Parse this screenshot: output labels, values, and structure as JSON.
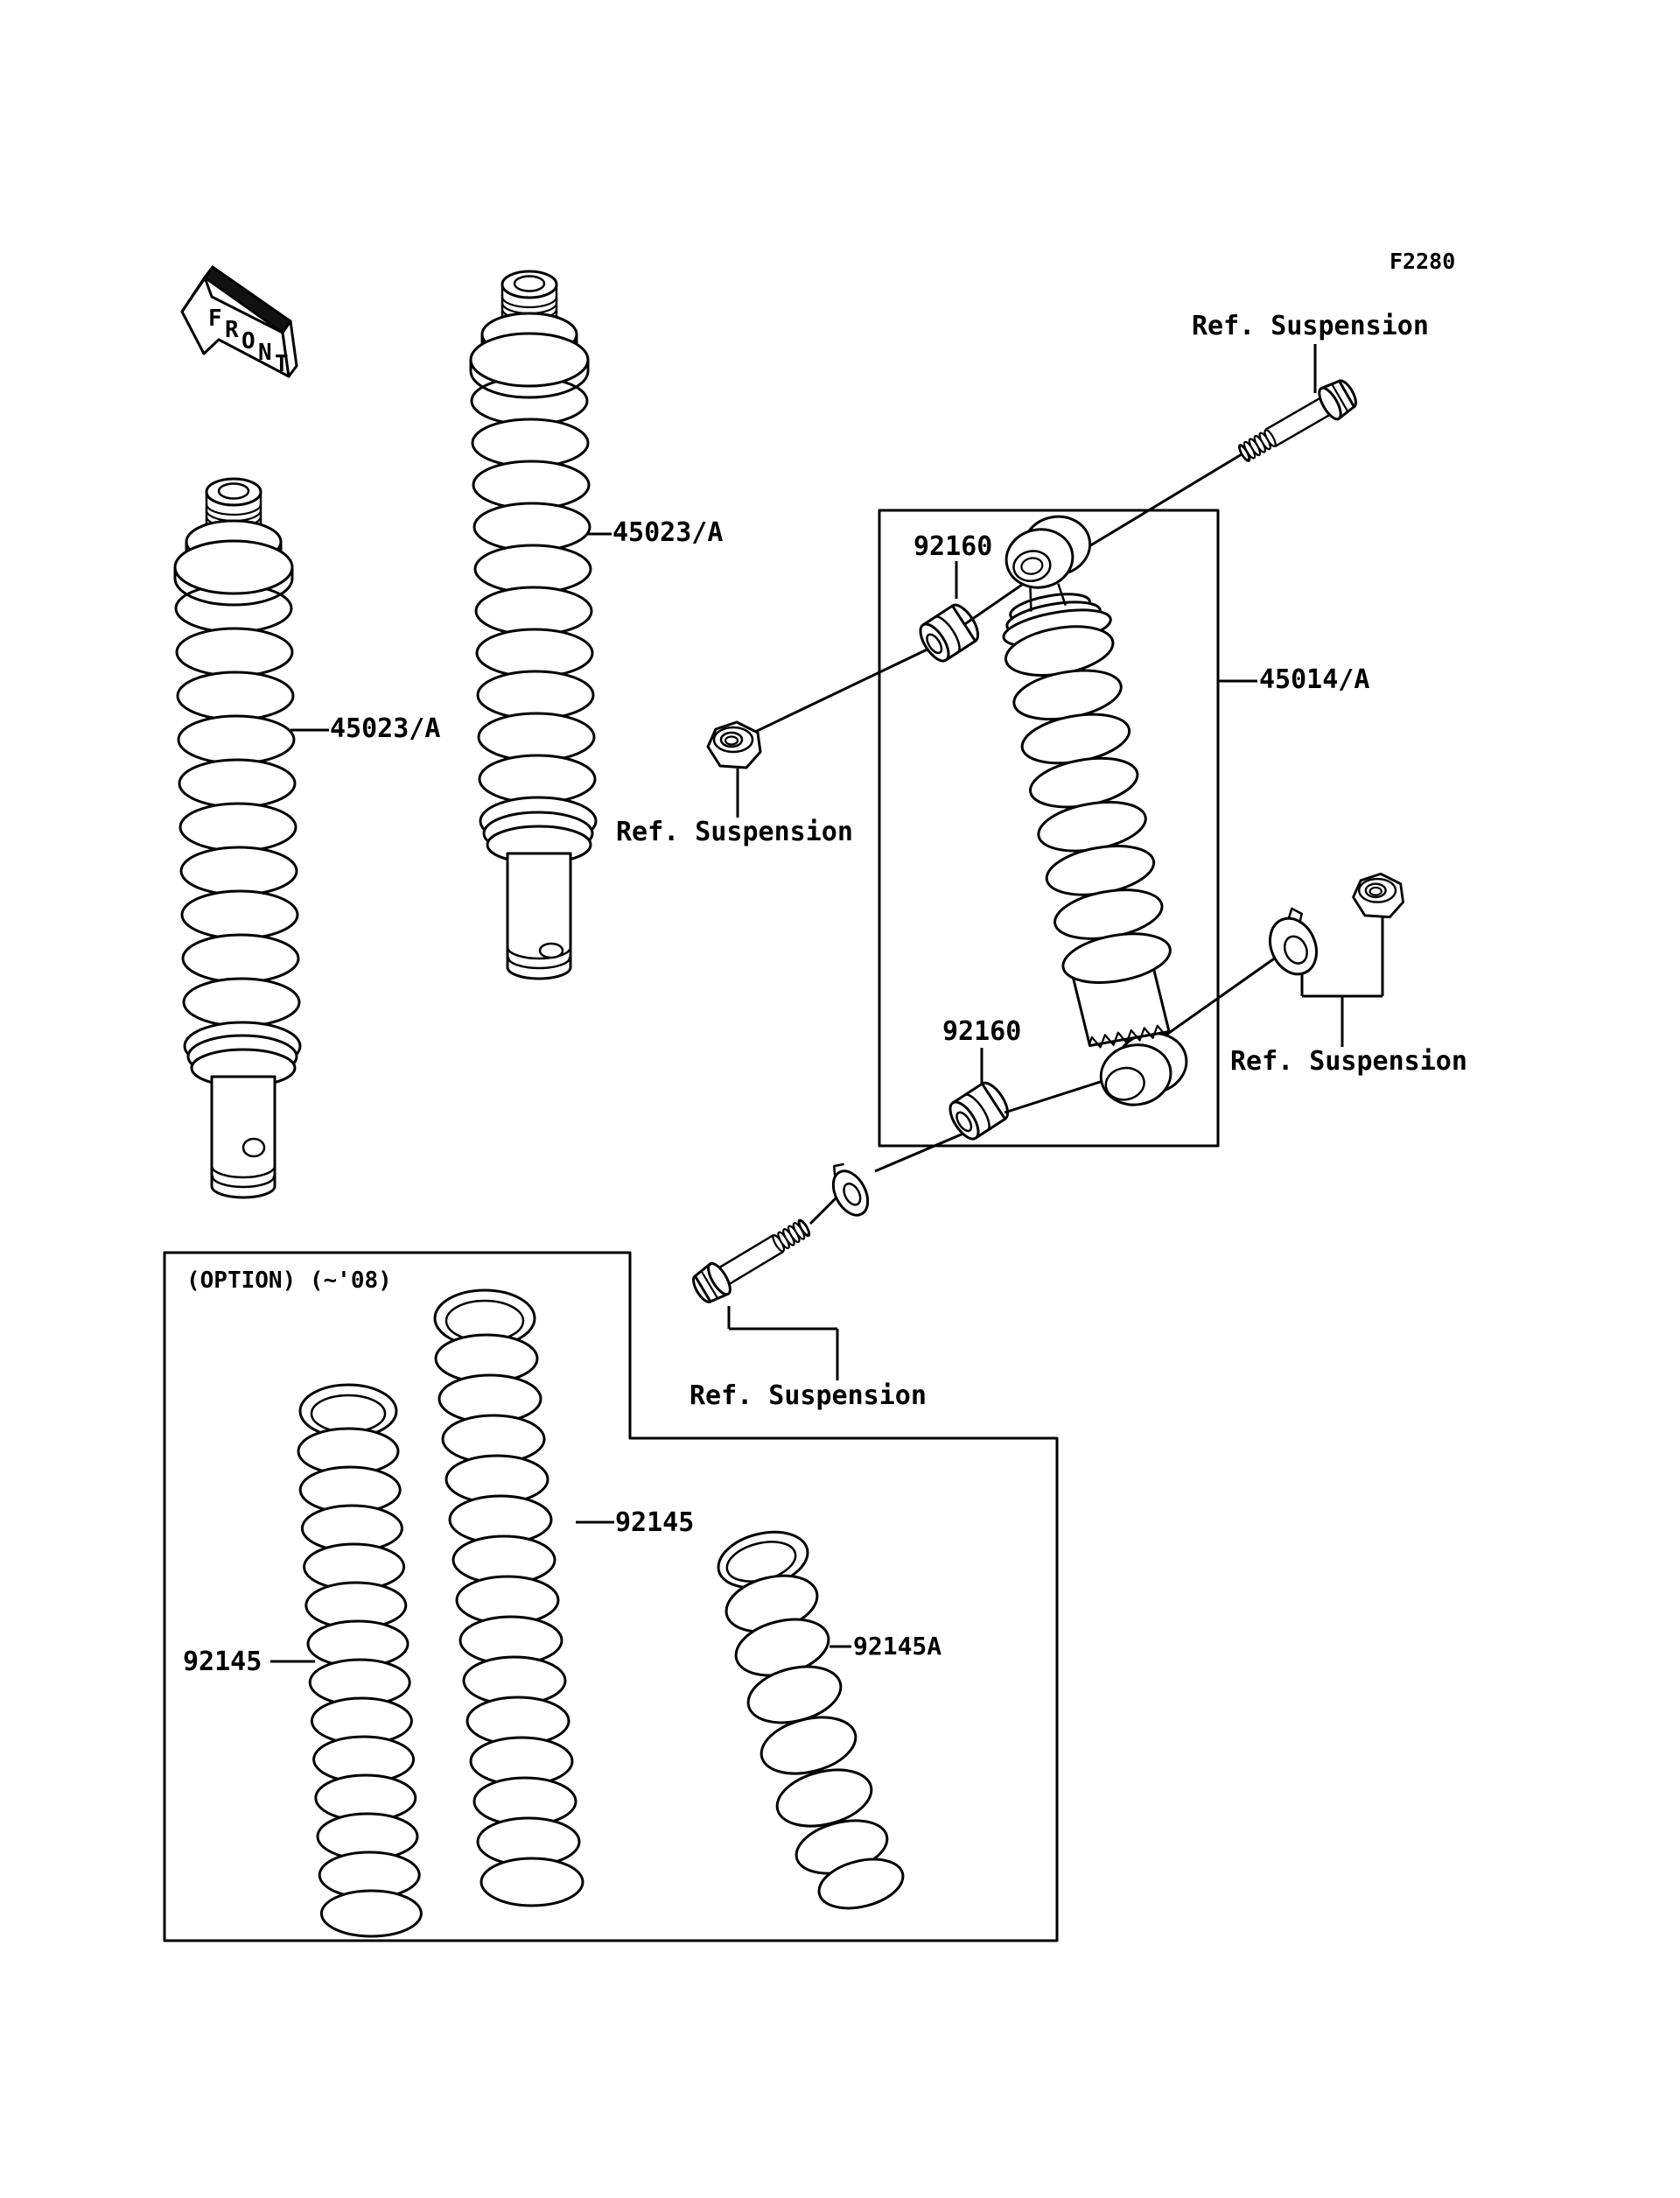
{
  "labels": {
    "code": "F2280",
    "front": [
      "F",
      "R",
      "O",
      "N",
      "T"
    ],
    "fork_spring": "45023/A",
    "shock_assembly": "45014/A",
    "bushing": "92160",
    "ref_suspension": "Ref. Suspension",
    "option_note": "(OPTION) (~'08)",
    "option_fork_spring": "92145",
    "option_shock_spring": "92145A"
  },
  "colors": {
    "line": "#000000",
    "background": "#ffffff"
  }
}
